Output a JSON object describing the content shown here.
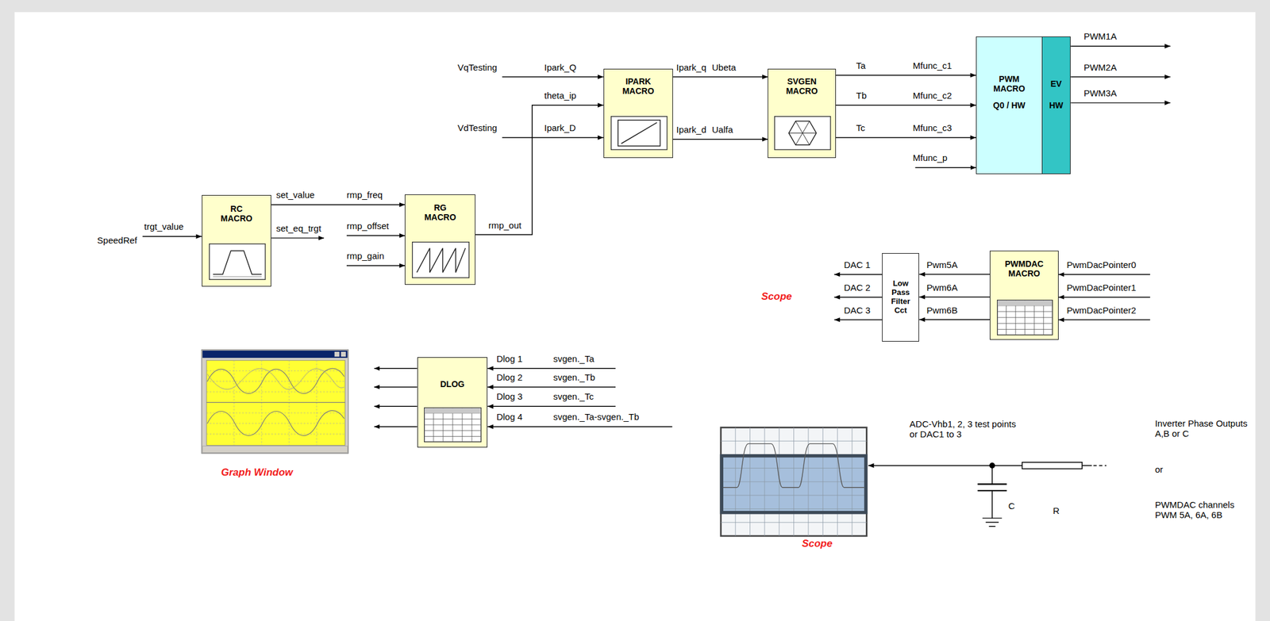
{
  "diagram": {
    "nodes": [
      {
        "text": [
          "RC MACRO"
        ]
      },
      {
        "text": [
          "RG MACRO"
        ]
      },
      {
        "text": [
          "IPARK MACRO"
        ]
      },
      {
        "text": [
          "SVGEN MACRO"
        ]
      },
      {
        "text": [
          "PWM MACRO",
          "Q0 / HW"
        ]
      },
      {
        "text": [
          "EV",
          "HW"
        ]
      },
      {
        "text": [
          "Low Pass Filter Cct"
        ]
      },
      {
        "text": [
          "PWMDAC MACRO"
        ]
      },
      {
        "text": [
          "DLOG"
        ]
      }
    ],
    "edges": [
      {
        "from": 0,
        "to": 1,
        "arrow": "to"
      },
      {
        "from": 1,
        "to": 2,
        "arrow": "to"
      },
      {
        "from": 2,
        "to": 3,
        "arrow": "to"
      },
      {
        "from": 2,
        "to": 3,
        "arrow": "to"
      },
      {
        "from": 3,
        "to": 4,
        "arrow": "to"
      },
      {
        "from": 3,
        "to": 4,
        "arrow": "to"
      },
      {
        "from": 3,
        "to": 4,
        "arrow": "to"
      },
      {
        "from": 7,
        "to": 6,
        "arrow": "to"
      },
      {
        "from": 7,
        "to": 6,
        "arrow": "to"
      },
      {
        "from": 7,
        "to": 6,
        "arrow": "to"
      }
    ],
    "labels": [
      "VqTesting",
      "VdTesting",
      "Ipark_Q",
      "theta_ip",
      "Ipark_D",
      "Ipark_q",
      "Ubeta",
      "Ipark_d",
      "Ualfa",
      "Ta",
      "Tb",
      "Tc",
      "Mfunc_c1",
      "Mfunc_c2",
      "Mfunc_c3",
      "Mfunc_p",
      "PWM1A",
      "PWM2A",
      "PWM3A",
      "trgt_value",
      "SpeedRef",
      "set_value",
      "set_eq_trgt",
      "rmp_freq",
      "rmp_offset",
      "rmp_gain",
      "rmp_out",
      "DAC 1",
      "DAC 2",
      "DAC 3",
      "Pwm5A",
      "Pwm6A",
      "Pwm6B",
      "PwmDacPointer0",
      "PwmDacPointer1",
      "PwmDacPointer2",
      "Scope",
      "Dlog 1",
      "Dlog 2",
      "Dlog 3",
      "Dlog 4",
      "svgen._Ta",
      "svgen._Tb",
      "svgen._Tc",
      "svgen._Ta-svgen._Tb",
      "Graph Window",
      "ADC-Vhb1, 2, 3 test points or DAC1 to 3",
      "Inverter Phase Outputs A,B or C",
      "or",
      "PWMDAC channels PWM 5A, 6A, 6B",
      "R",
      "C",
      "Scope"
    ]
  }
}
